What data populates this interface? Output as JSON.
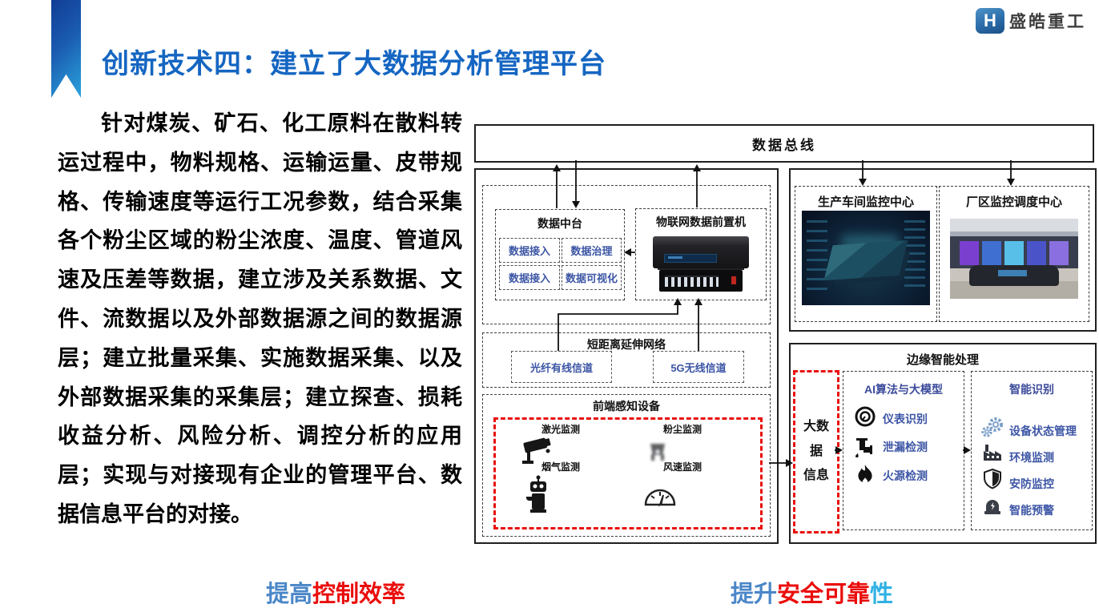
{
  "slide": {
    "title": "创新技术四：建立了大数据分析管理平台",
    "logo": {
      "monogram": "H",
      "company": "盛皓重工"
    },
    "paragraph": "针对煤炭、矿石、化工原料在散料转运过程中，物料规格、运输运量、皮带规格、传输速度等运行工况参数，结合采集各个粉尘区域的粉尘浓度、温度、管道风速及压差等数据，建立涉及关系数据、文件、流数据以及外部数据源之间的数据源层；建立批量采集、实施数据采集、以及外部数据采集的采集层；建立探查、损耗收益分析、风险分析、调控分析的应用层；实现与对接现有企业的管理平台、数据信息平台的对接。",
    "footer": {
      "left_prefix": "提高",
      "left_highlight": "控制效率",
      "right_prefix": "提升",
      "right_highlight": "安全可靠",
      "right_suffix": "性"
    }
  },
  "diagram": {
    "bus_label": "数据总线",
    "data_center": {
      "title": "数据中台",
      "cells": [
        "数据接入",
        "数据治理",
        "数据接入",
        "数据可视化"
      ]
    },
    "iot_gateway": {
      "title": "物联网数据前置机"
    },
    "short_network": {
      "title": "短距离延伸网络",
      "channels": [
        "光纤有线信道",
        "5G无线信道"
      ]
    },
    "frontend": {
      "title": "前端感知设备",
      "sensors": [
        "激光监测",
        "粉尘监测",
        "烟气监测",
        "风速监测"
      ]
    },
    "monitor_centers": [
      {
        "label": "生产车间监控中心"
      },
      {
        "label": "厂区监控调度中心"
      }
    ],
    "edge": {
      "title": "边缘智能处理",
      "big_data_label": "大数\n据\n信息",
      "ai_box": {
        "title": "AI算法与大模型",
        "items": [
          "仪表识别",
          "泄漏检测",
          "火源检测"
        ]
      },
      "smart_box": {
        "title": "智能识别",
        "items": [
          "设备状态管理",
          "环境监测",
          "安防监控",
          "智能预警"
        ]
      }
    }
  },
  "colors": {
    "title_blue": "#1566c2",
    "footer_blue": "#4b87c8",
    "footer_red": "#ea0d0c",
    "footer_cyan": "#2fb1e3",
    "cell_text_blue": "#3c55a5",
    "red_dashed": "#e8100c"
  }
}
